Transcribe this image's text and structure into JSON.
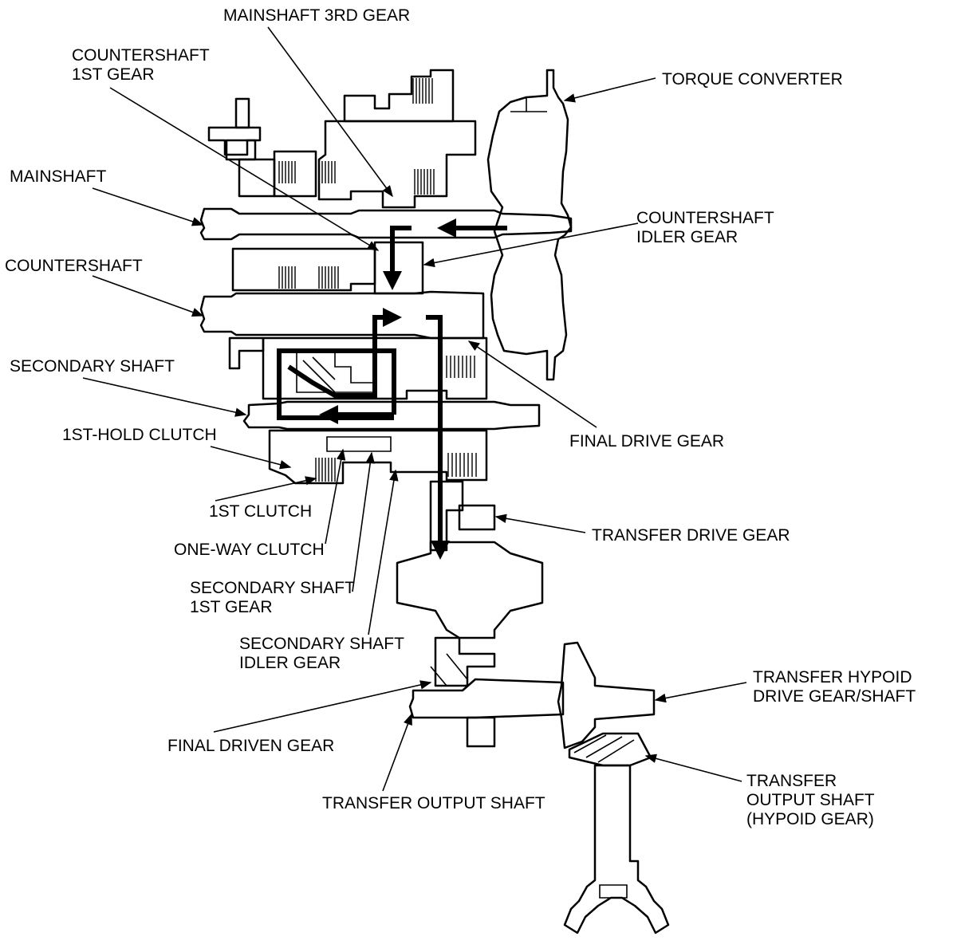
{
  "labels": {
    "mainshaft_3rd_gear": "MAINSHAFT 3RD GEAR",
    "countershaft_1st_gear_l1": "COUNTERSHAFT",
    "countershaft_1st_gear_l2": "1ST GEAR",
    "mainshaft": "MAINSHAFT",
    "countershaft": "COUNTERSHAFT",
    "secondary_shaft": "SECONDARY SHAFT",
    "first_hold_clutch": "1ST-HOLD CLUTCH",
    "first_clutch": "1ST CLUTCH",
    "one_way_clutch": "ONE-WAY CLUTCH",
    "secondary_shaft_1st_gear_l1": "SECONDARY SHAFT",
    "secondary_shaft_1st_gear_l2": "1ST GEAR",
    "secondary_shaft_idler_gear_l1": "SECONDARY SHAFT",
    "secondary_shaft_idler_gear_l2": "IDLER GEAR",
    "final_driven_gear": "FINAL DRIVEN GEAR",
    "transfer_output_shaft": "TRANSFER OUTPUT SHAFT",
    "torque_converter": "TORQUE CONVERTER",
    "countershaft_idler_gear_l1": "COUNTERSHAFT",
    "countershaft_idler_gear_l2": "IDLER GEAR",
    "final_drive_gear": "FINAL DRIVE GEAR",
    "transfer_drive_gear": "TRANSFER DRIVE GEAR",
    "transfer_hypoid_l1": "TRANSFER HYPOID",
    "transfer_hypoid_l2": "DRIVE GEAR/SHAFT",
    "transfer_output_hypoid_l1": "TRANSFER",
    "transfer_output_hypoid_l2": "OUTPUT SHAFT",
    "transfer_output_hypoid_l3": "(HYPOID GEAR)"
  },
  "colors": {
    "ink": "#000000",
    "background": "#ffffff"
  }
}
